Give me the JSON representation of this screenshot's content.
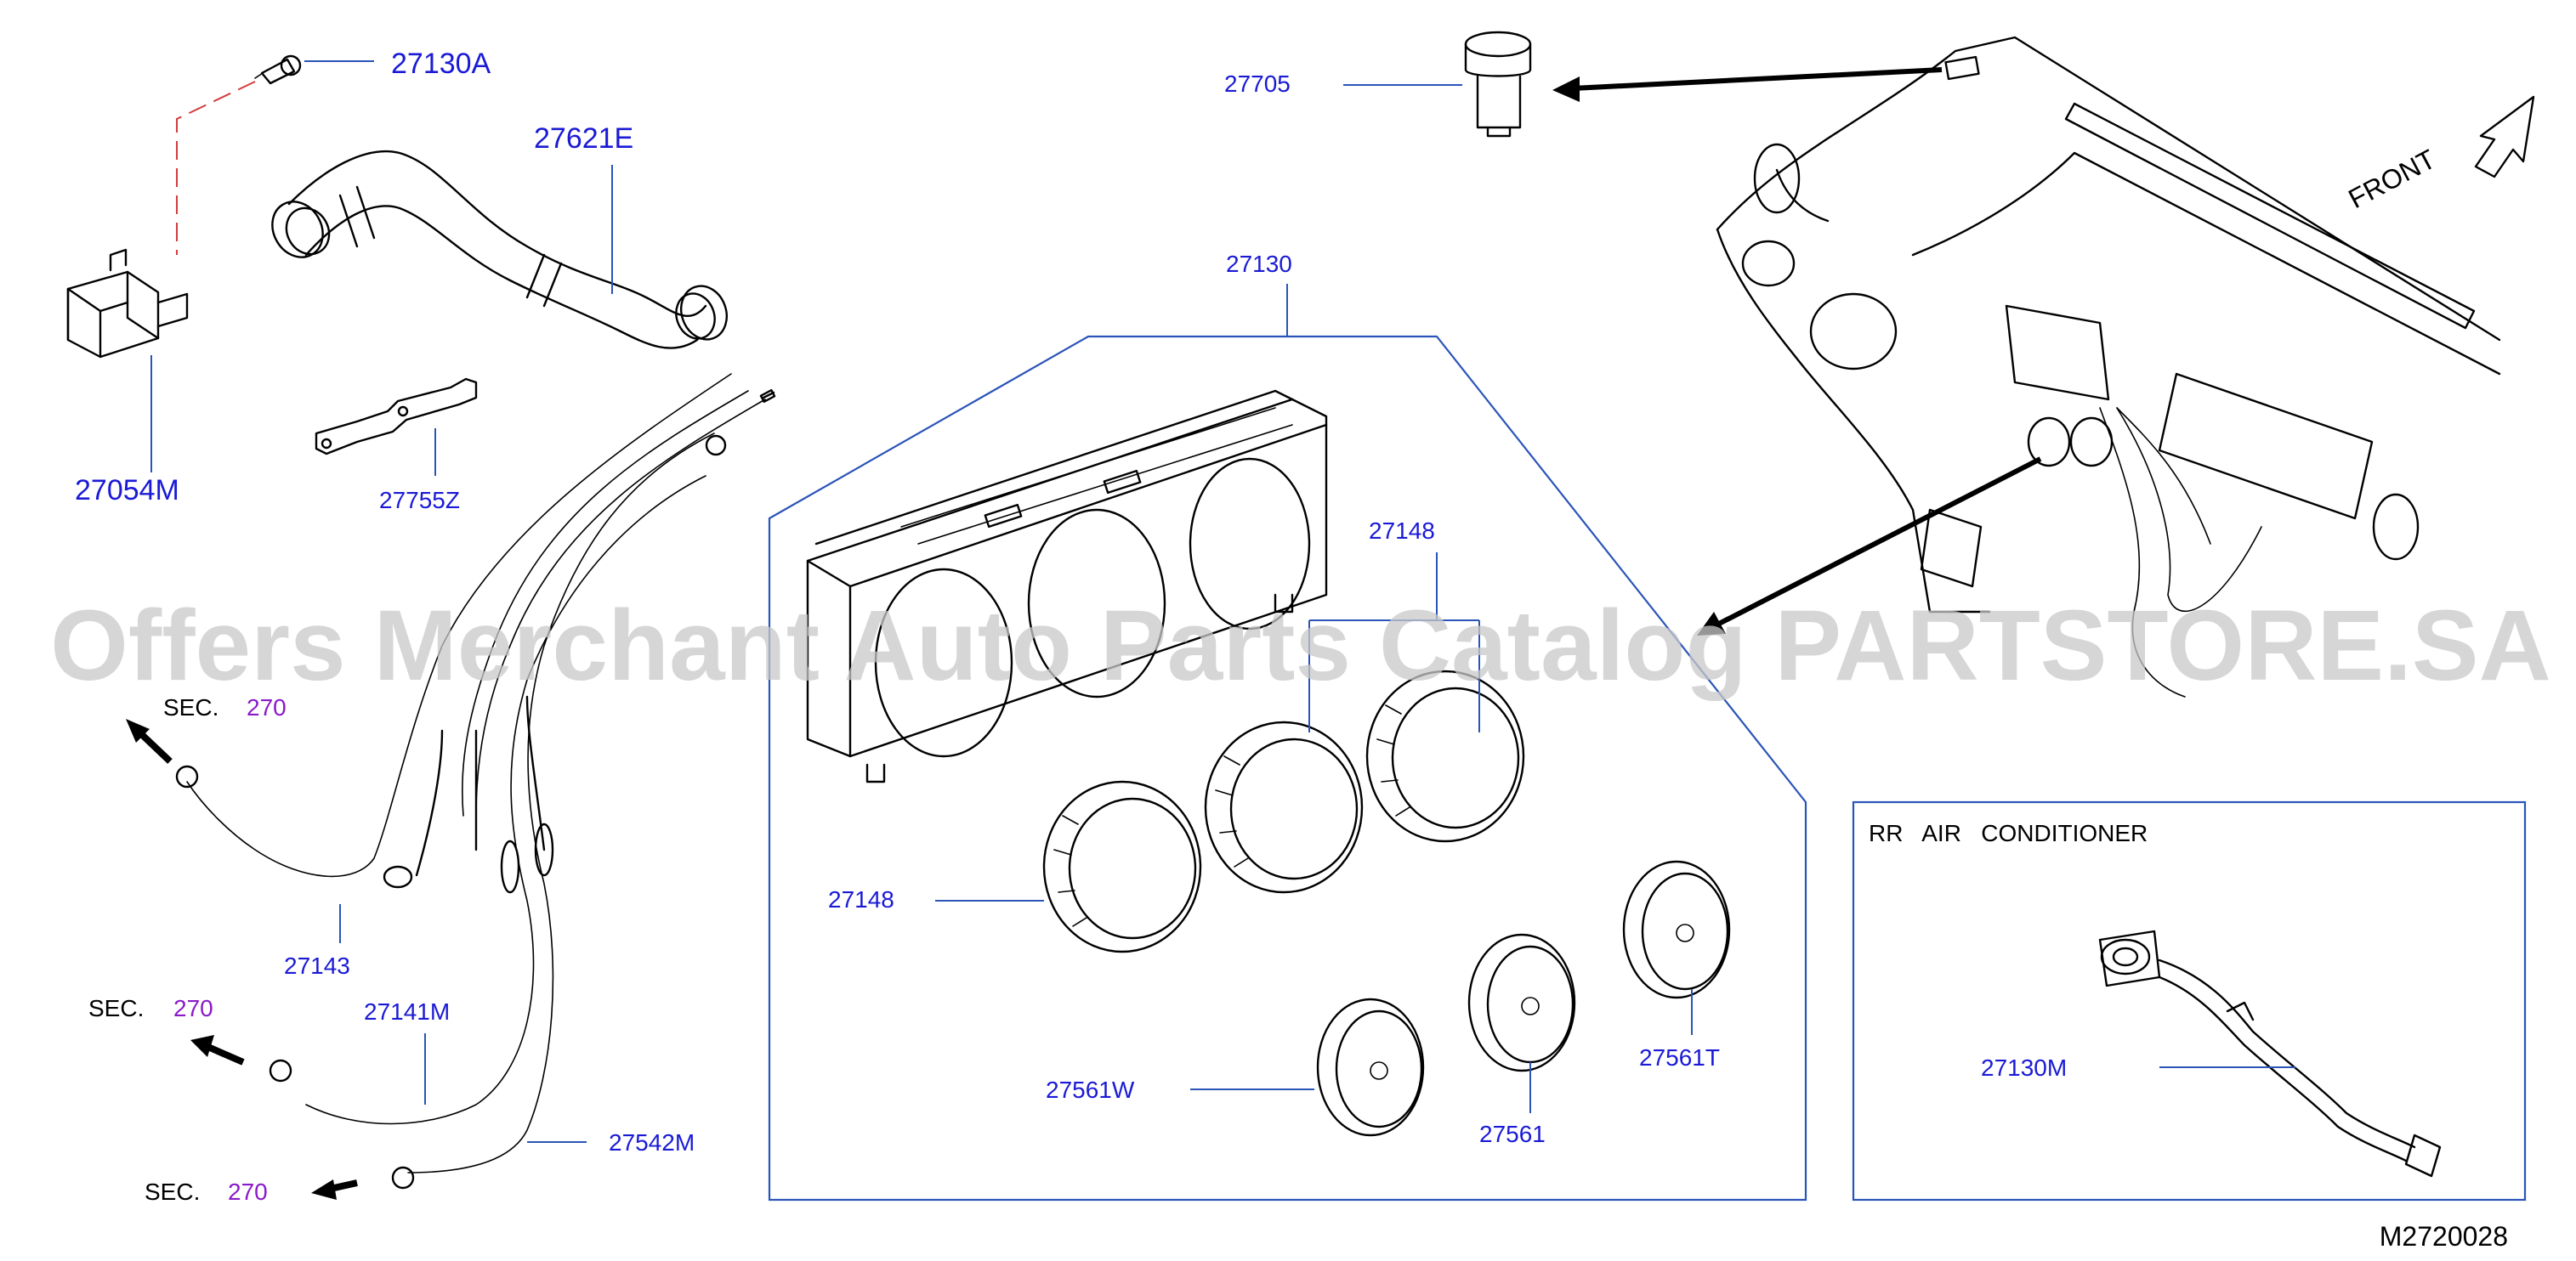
{
  "diagram": {
    "watermark": "Offers Merchant Auto Parts Catalog PARTSTORE.SA",
    "diagram_code": "M2720028",
    "front_label": "FRONT",
    "sec_prefix": "SEC.",
    "sec_ref": "270",
    "inset_title": "RR   AIR   CONDITIONER",
    "colors": {
      "part_label": "#1a1ad6",
      "leader": "#2a54b8",
      "sec_ref": "#8a1ac9",
      "watermark": "#c8c8c8"
    },
    "parts": {
      "p27130A": "27130A",
      "p27621E": "27621E",
      "p27054M": "27054M",
      "p27755Z": "27755Z",
      "p27705": "27705",
      "p27130": "27130",
      "p27148_top": "27148",
      "p27148_left": "27148",
      "p27143": "27143",
      "p27141M": "27141M",
      "p27542M": "27542M",
      "p27561W": "27561W",
      "p27561": "27561",
      "p27561T": "27561T",
      "p27130M": "27130M"
    }
  }
}
